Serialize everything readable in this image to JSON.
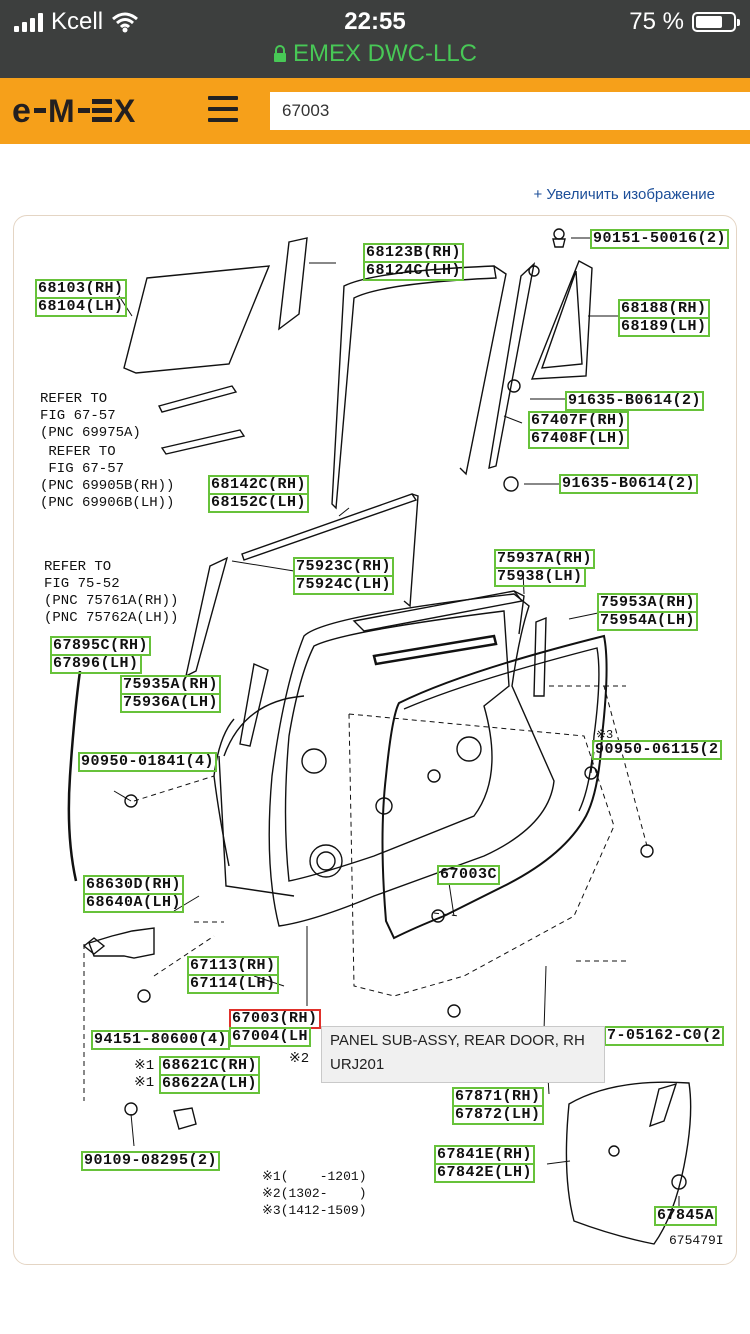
{
  "status_bar": {
    "carrier": "Kcell",
    "time": "22:55",
    "battery": "75 %",
    "battery_level": 0.75,
    "url": "EMEX DWC-LLC"
  },
  "header": {
    "logo": "e-M-EX",
    "search_value": "67003",
    "search_placeholder": ""
  },
  "enlarge_link": "+ Увеличить изображение",
  "diagram": {
    "parts": {
      "p68103": "68103(RH)",
      "p68104": "68104(LH)",
      "p68123": "68123B(RH)",
      "p68124": "68124C(LH)",
      "p90151": "90151-50016(2)",
      "p68188": "68188(RH)",
      "p68189": "68189(LH)",
      "p91635a": "91635-B0614(2)",
      "p67407": "67407F(RH)",
      "p67408": "67408F(LH)",
      "p91635b": "91635-B0614(2)",
      "p68142": "68142C(RH)",
      "p68152": "68152C(LH)",
      "p75923": "75923C(RH)",
      "p75924": "75924C(LH)",
      "p75937": "75937A(RH)",
      "p75938": "75938(LH)",
      "p75953": "75953A(RH)",
      "p75954": "75954A(LH)",
      "p67895": "67895C(RH)",
      "p67896": "67896(LH)",
      "p75935": "75935A(RH)",
      "p75936": "75936A(LH)",
      "p90950a": "90950-01841(4)",
      "p90950b": "90950-06115(2",
      "p67003c": "67003C",
      "p68630": "68630D(RH)",
      "p68640": "68640A(LH)",
      "p67113": "67113(RH)",
      "p67114": "67114(LH)",
      "p67003": "67003(RH)",
      "p67004": "67004(LH",
      "p94151": "94151-80600(4)",
      "p05162": "7-05162-C0(2",
      "p68621": "68621C(RH)",
      "p68622": "68622A(LH)",
      "p67871": "67871(RH)",
      "p67872": "67872(LH)",
      "p90109": "90109-08295(2)",
      "p67841": "67841E(RH)",
      "p67842": "67842E(LH)",
      "p67845": "67845A"
    },
    "notes": {
      "refer1": "REFER TO\nFIG 67-57\n(PNC 69975A)",
      "refer2": " REFER TO\n FIG 67-57\n(PNC 69905B(RH))\n(PNC 69906B(LH))",
      "refer3": "REFER TO\nFIG 75-52\n(PNC 75761A(RH))\n(PNC 75762A(LH))",
      "m1a": "※1",
      "m1b": "※1",
      "m2": "※2",
      "m3": "※3",
      "legend": "※1(    -1201)\n※2(1302-    )\n※3(1412-1509)",
      "figure_id": "675479I"
    },
    "tooltip": {
      "line1": "PANEL SUB-ASSY, REAR DOOR, RH",
      "line2": "URJ201"
    }
  }
}
